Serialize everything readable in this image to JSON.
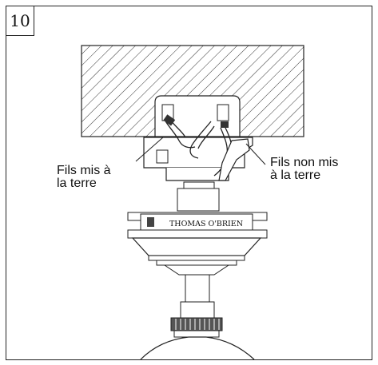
{
  "step_number": "10",
  "brand_text": "THOMAS O'BRIEN",
  "labels": {
    "grounded_line1": "Fils mis à",
    "grounded_line2": "la terre",
    "ungrounded_line1": "Fils non mis",
    "ungrounded_line2": "à la terre"
  }
}
